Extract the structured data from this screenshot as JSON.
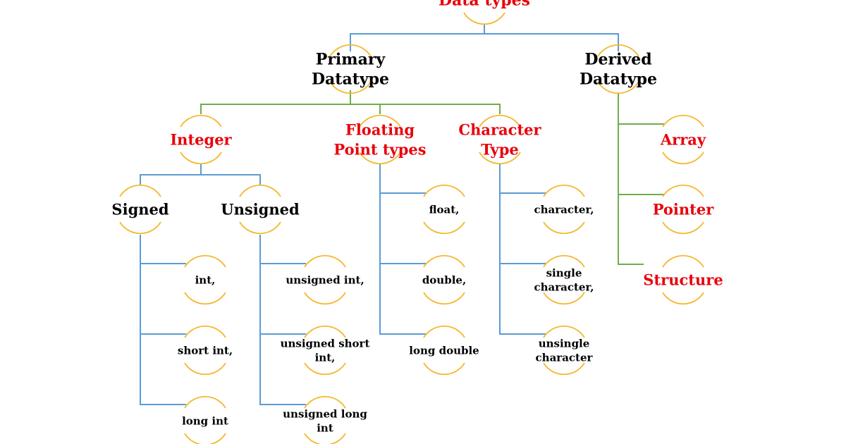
{
  "colors": {
    "connector_blue": "#5b9bd5",
    "connector_green": "#70ad47",
    "arc": "#f5b82e",
    "label_red": "#e8000b",
    "label_black": "#000000"
  },
  "nodes": {
    "root": {
      "lines": [
        "Data types"
      ]
    },
    "primary": {
      "lines": [
        "Primary",
        "Datatype"
      ]
    },
    "derived": {
      "lines": [
        "Derived",
        "Datatype"
      ]
    },
    "integer": {
      "lines": [
        "Integer"
      ]
    },
    "floating": {
      "lines": [
        "Floating",
        "Point types"
      ]
    },
    "character": {
      "lines": [
        "Character",
        "Type"
      ]
    },
    "array": {
      "lines": [
        "Array"
      ]
    },
    "pointer": {
      "lines": [
        "Pointer"
      ]
    },
    "structure": {
      "lines": [
        "Structure"
      ]
    },
    "signed": {
      "lines": [
        "Signed"
      ]
    },
    "unsigned": {
      "lines": [
        "Unsigned"
      ]
    },
    "int": {
      "lines": [
        "int,"
      ]
    },
    "short_int": {
      "lines": [
        "short int,"
      ]
    },
    "long_int": {
      "lines": [
        "long int"
      ]
    },
    "unsigned_int": {
      "lines": [
        "unsigned int,"
      ]
    },
    "unsigned_short_int": {
      "lines": [
        "unsigned short",
        "int,"
      ]
    },
    "unsigned_long_int": {
      "lines": [
        "unsigned long",
        "int"
      ]
    },
    "float": {
      "lines": [
        "float,"
      ]
    },
    "double": {
      "lines": [
        "double,"
      ]
    },
    "long_double": {
      "lines": [
        "long double"
      ]
    },
    "character_item": {
      "lines": [
        "character,"
      ]
    },
    "single_character": {
      "lines": [
        "single",
        "character,"
      ]
    },
    "unsingle_character": {
      "lines": [
        "unsingle",
        "character"
      ]
    }
  }
}
